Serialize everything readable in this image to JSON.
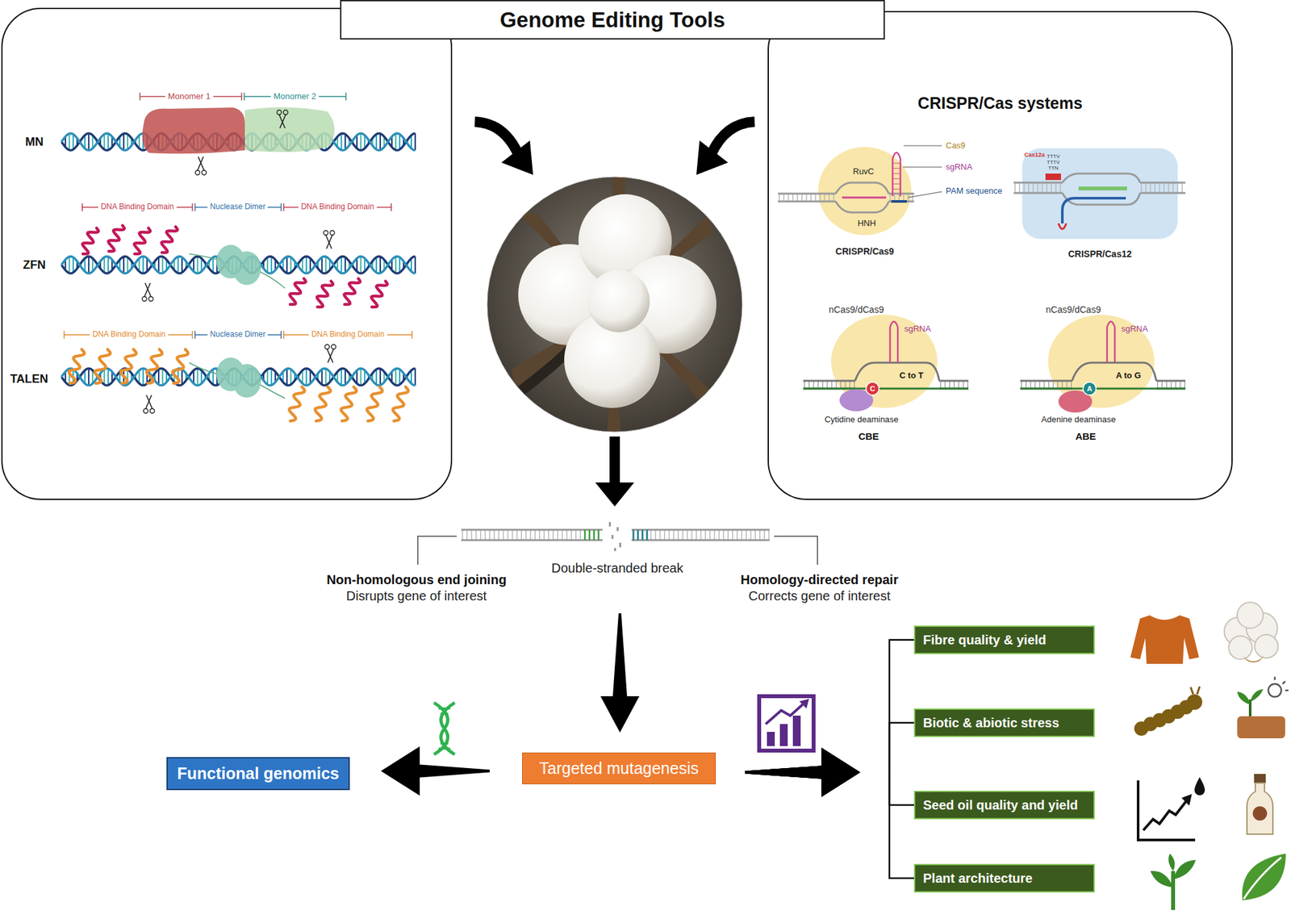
{
  "diagram": {
    "title": "Genome Editing Tools",
    "nodes": [
      {
        "text": [
          "CRISPR/Cas systems"
        ]
      },
      {
        "text": [
          "Targeted mutagenesis"
        ]
      },
      {
        "text": [
          "Functional genomics"
        ]
      },
      {
        "text": [
          "Fibre quality & yield"
        ]
      },
      {
        "text": [
          "Biotic & abiotic stress"
        ]
      },
      {
        "text": [
          "Seed oil quality and yield"
        ]
      },
      {
        "text": [
          "Plant architecture"
        ]
      }
    ],
    "edges": [
      {
        "from": 1,
        "to": 2,
        "arrow": "to"
      },
      {
        "from": 1,
        "to": 3,
        "arrow": "to"
      },
      {
        "from": 1,
        "to": 4,
        "arrow": "to"
      },
      {
        "from": 1,
        "to": 5,
        "arrow": "to"
      },
      {
        "from": 1,
        "to": 6,
        "arrow": "to"
      }
    ],
    "labels": [
      "Monomer 1",
      "Monomer 2",
      "MN",
      "DNA Binding Domain",
      "Nuclease Dimer",
      "DNA Binding Domain",
      "ZFN",
      "DNA Binding Domain",
      "Nuclease Dimer",
      "DNA Binding Domain",
      "TALEN",
      "Cas9",
      "sgRNA",
      "RuvC",
      "PAM sequence",
      "HNH",
      "CRISPR/Cas9",
      "Cas12a",
      "TTTV",
      "TTTV",
      "TTN",
      "CRISPR/Cas12",
      "nCas9/dCas9",
      "sgRNA",
      "C to T",
      "C",
      "Cytidine deaminase",
      "CBE",
      "nCas9/dCas9",
      "sgRNA",
      "A to G",
      "A",
      "Adenine deaminase",
      "ABE",
      "Double-stranded break",
      "Non-homologous end joining",
      "Disrupts gene of interest",
      "Homology-directed repair",
      "Corrects gene of interest"
    ]
  }
}
